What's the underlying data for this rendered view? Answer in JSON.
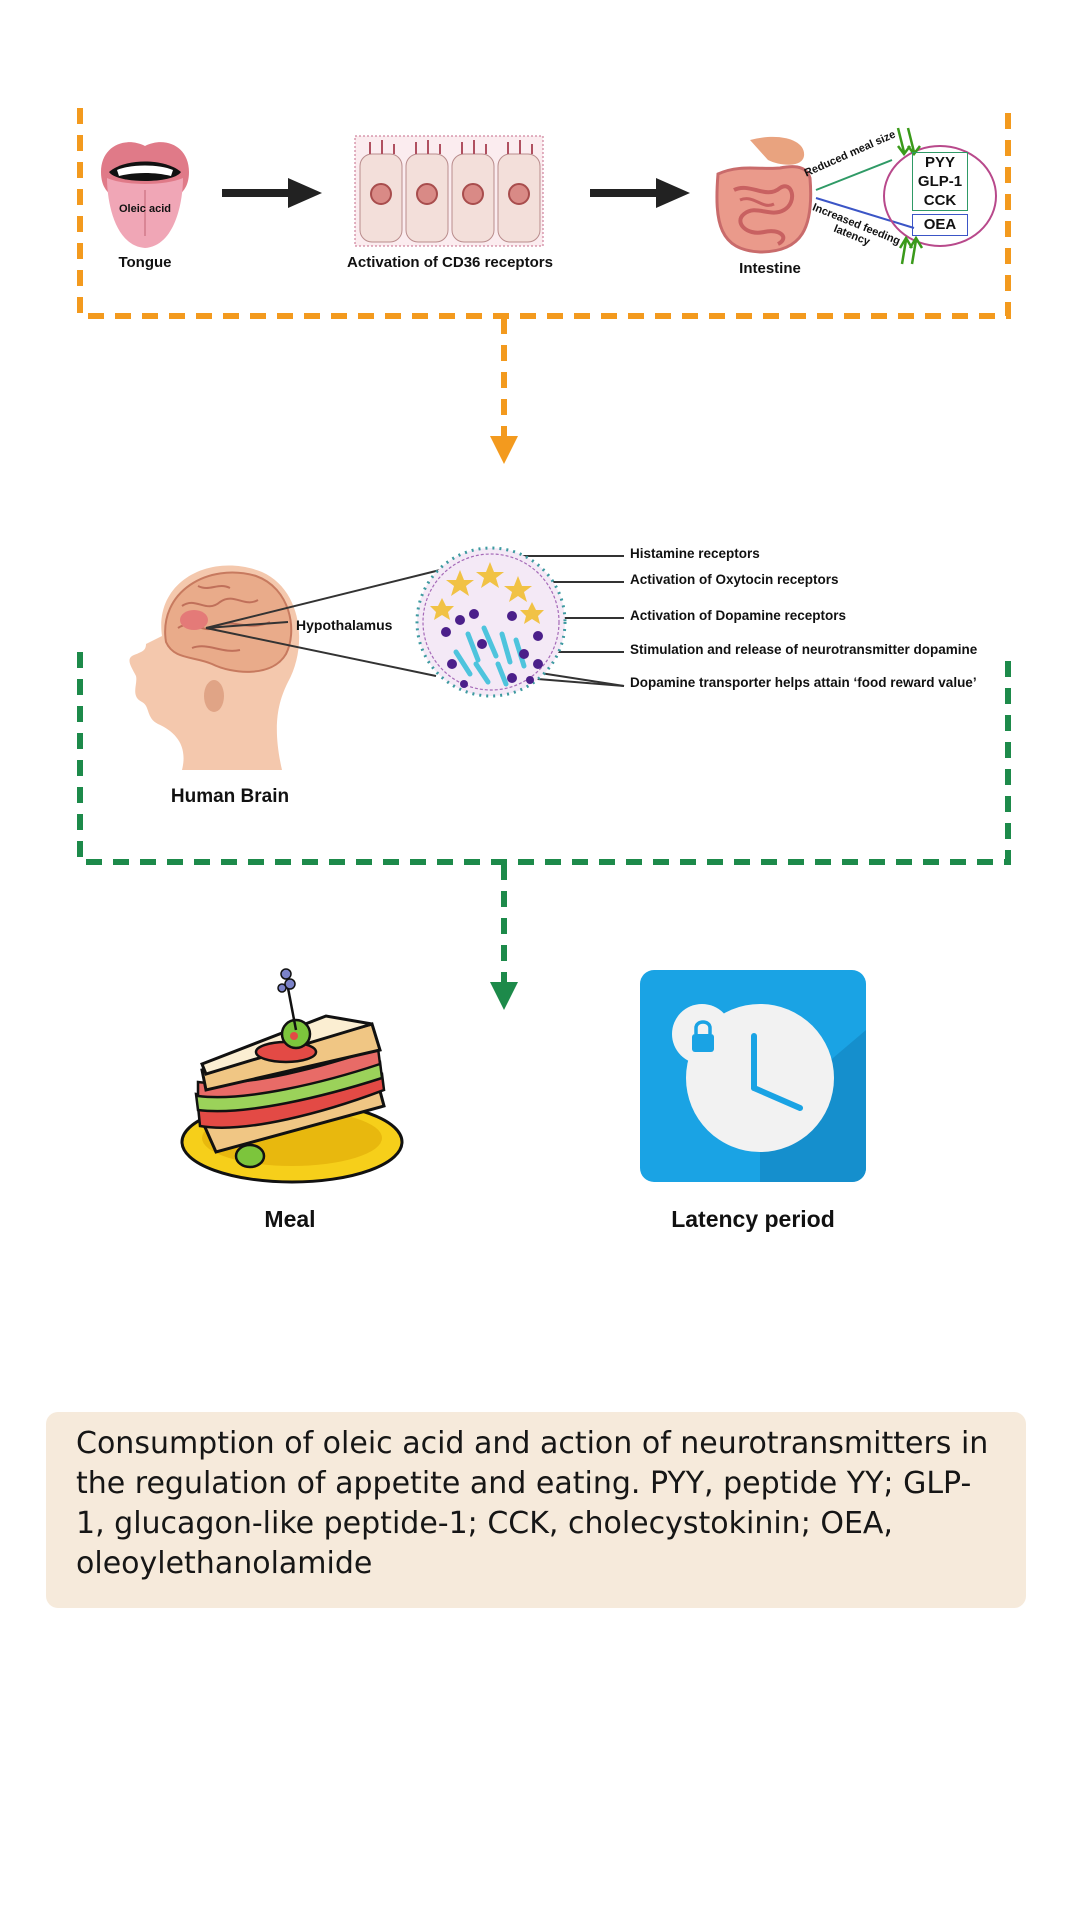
{
  "colors": {
    "orange_dash": "#f39a1e",
    "green_dash": "#1d8a4a",
    "caption_bg": "#f6eadb",
    "clock_bg": "#1aa3e4"
  },
  "top_panel": {
    "tongue_label": "Tongue",
    "tongue_text": "Oleic acid",
    "cd36_label": "Activation of CD36 receptors",
    "intestine_label": "Intestine",
    "reduced_meal_size": "Reduced meal size",
    "increased_feeding_latency": "Increased feeding latency",
    "hormones": [
      "PYY",
      "GLP-1",
      "CCK",
      "OEA"
    ]
  },
  "brain_panel": {
    "hypothalamus_label": "Hypothalamus",
    "brain_label": "Human Brain",
    "receptors": [
      "Histamine receptors",
      "Activation of Oxytocin receptors",
      "Activation of Dopamine receptors",
      "Stimulation and release of neurotransmitter dopamine",
      "Dopamine transporter helps attain ‘food reward value’"
    ]
  },
  "outcomes": {
    "meal_label": "Meal",
    "latency_label": "Latency period"
  },
  "caption": "Consumption of oleic acid and action of neurotransmitters in the regulation of appetite and eating. PYY, peptide YY; GLP-1, glucagon-like peptide-1; CCK, cholecystokinin; OEA, oleoylethanolamide"
}
